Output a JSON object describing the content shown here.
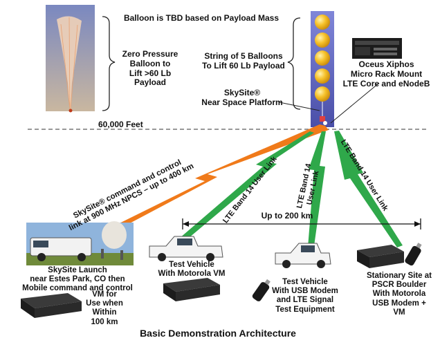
{
  "labels": {
    "balloon_tbd": "Balloon is TBD based on Payload Mass",
    "zero_pressure": "Zero Pressure\nBalloon to\nLift >60 Lb\nPayload",
    "string_balloons": "String of 5 Balloons\nTo Lift 60 Lb Payload",
    "oceus": "Oceus Xiphos\nMicro Rack Mount\nLTE Core and eNodeB",
    "skysite_platform": "SkySite®\nNear Space Platform",
    "altitude": "60,000 Feet",
    "command_link": "SkySite® command and control\nlink at 900 MHz NPCS – up to 400 km",
    "lte_link_1": "LTE Band 14 User Link",
    "lte_link_2": "LTE Band 14\nUser Link",
    "lte_link_3": "LTE Band 14 User Link",
    "range": "Up to 200 km",
    "launch": "SkySite Launch\nnear Estes Park, CO then\nMobile command and control",
    "launch_vm": "VM for\nUse when\nWithin\n100 km",
    "test_vehicle_1": "Test Vehicle\nWith Motorola VM",
    "test_vehicle_2": "Test Vehicle\nWith USB Modem\nand LTE Signal\nTest Equipment",
    "stationary": "Stationary Site at\nPSCR Boulder\nWith Motorola\nUSB Modem +\nVM",
    "caption": "Basic Demonstration Architecture"
  },
  "colors": {
    "command_link": "#f07a1a",
    "lte_link": "#2fa84a",
    "balloon": "#f4b41a",
    "platform": "#5a5fc0"
  }
}
